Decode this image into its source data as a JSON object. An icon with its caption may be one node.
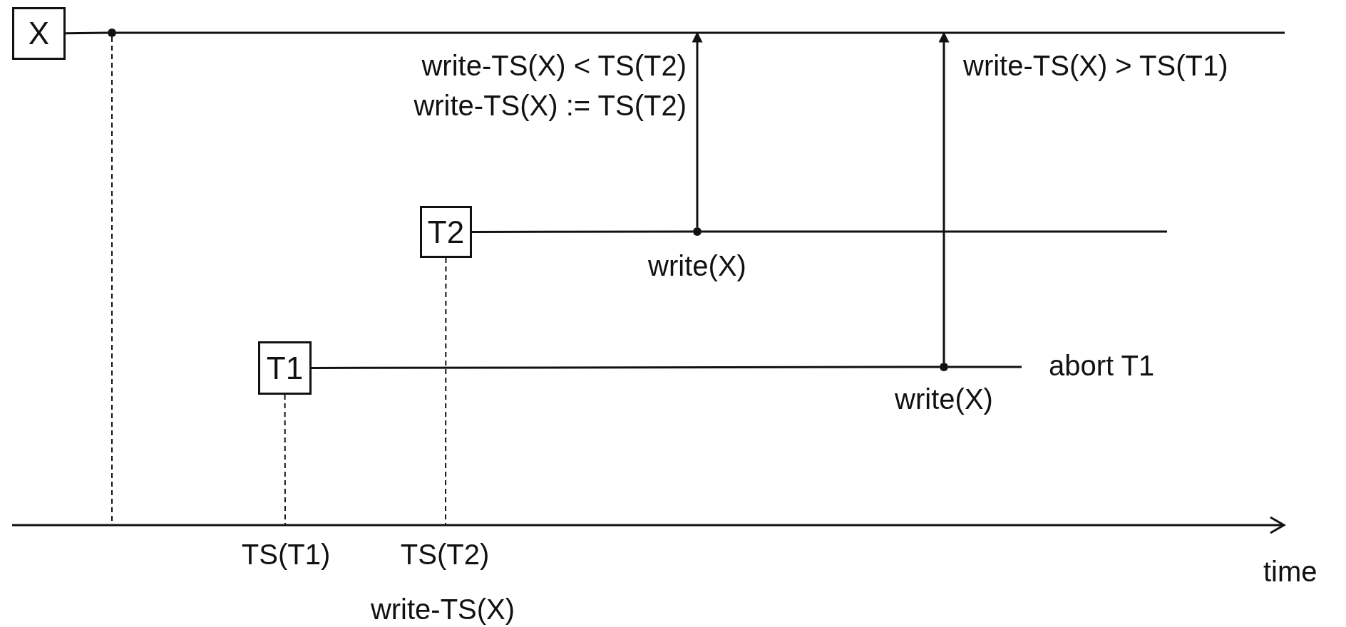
{
  "diagram": {
    "nodes": [
      {
        "text": [
          "X"
        ]
      },
      {
        "text": [
          "T2"
        ]
      },
      {
        "text": [
          "T1"
        ]
      },
      {
        "text": [],
        "shape": "circle",
        "beside": [
          "write(X)"
        ]
      },
      {
        "text": [],
        "shape": "circle",
        "beside": [
          "write(X)"
        ]
      },
      {
        "text": [],
        "shape": "circle"
      }
    ],
    "edges": [
      {
        "from": 0,
        "to": 5,
        "arrow": "none"
      },
      {
        "from": 5,
        "to": null,
        "arrow": "none"
      },
      {
        "from": 5,
        "to": null,
        "arrow": "none",
        "style": "dashed"
      },
      {
        "from": 1,
        "to": 3,
        "arrow": "none"
      },
      {
        "from": 3,
        "to": null,
        "arrow": "none"
      },
      {
        "from": 2,
        "to": 4,
        "arrow": "none"
      },
      {
        "from": 4,
        "to": null,
        "arrow": "none"
      },
      {
        "from": 3,
        "to": null,
        "arrow": "to"
      },
      {
        "from": 4,
        "to": null,
        "arrow": "to"
      },
      {
        "from": 2,
        "to": null,
        "arrow": "none",
        "style": "dashed"
      },
      {
        "from": 1,
        "to": null,
        "arrow": "none",
        "style": "dashed"
      }
    ],
    "labels": [
      "write-TS(X) < TS(T2)",
      "write-TS(X) := TS(T2)",
      "write-TS(X) > TS(T1)",
      "abort T1",
      "TS(T1)",
      "TS(T2)",
      "write-TS(X)",
      "time"
    ]
  }
}
